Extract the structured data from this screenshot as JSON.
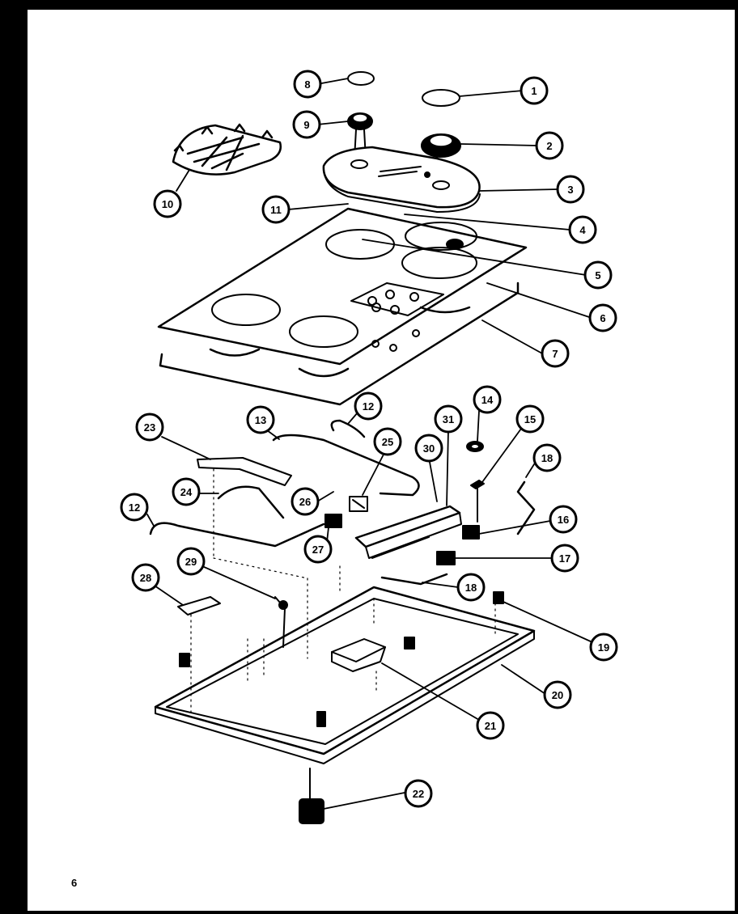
{
  "page_number": "6",
  "callouts": [
    {
      "id": "c8a",
      "label": "8"
    },
    {
      "id": "c1",
      "label": "1"
    },
    {
      "id": "c9",
      "label": "9"
    },
    {
      "id": "c2",
      "label": "2"
    },
    {
      "id": "c3",
      "label": "3"
    },
    {
      "id": "c10",
      "label": "10"
    },
    {
      "id": "c11",
      "label": "11"
    },
    {
      "id": "c4",
      "label": "4"
    },
    {
      "id": "c5",
      "label": "5"
    },
    {
      "id": "c6",
      "label": "6"
    },
    {
      "id": "c7",
      "label": "7"
    },
    {
      "id": "c12a",
      "label": "12"
    },
    {
      "id": "c14",
      "label": "14"
    },
    {
      "id": "c23",
      "label": "23"
    },
    {
      "id": "c13",
      "label": "13"
    },
    {
      "id": "c31",
      "label": "31"
    },
    {
      "id": "c15",
      "label": "15"
    },
    {
      "id": "c25",
      "label": "25"
    },
    {
      "id": "c30",
      "label": "30"
    },
    {
      "id": "c18a",
      "label": "18"
    },
    {
      "id": "c24",
      "label": "24"
    },
    {
      "id": "c26",
      "label": "26"
    },
    {
      "id": "c12b",
      "label": "12"
    },
    {
      "id": "c16",
      "label": "16"
    },
    {
      "id": "c27",
      "label": "27"
    },
    {
      "id": "c17",
      "label": "17"
    },
    {
      "id": "c29",
      "label": "29"
    },
    {
      "id": "c28",
      "label": "28"
    },
    {
      "id": "c18b",
      "label": "18"
    },
    {
      "id": "c19",
      "label": "19"
    },
    {
      "id": "c20",
      "label": "20"
    },
    {
      "id": "c21",
      "label": "21"
    },
    {
      "id": "c22",
      "label": "22"
    }
  ]
}
